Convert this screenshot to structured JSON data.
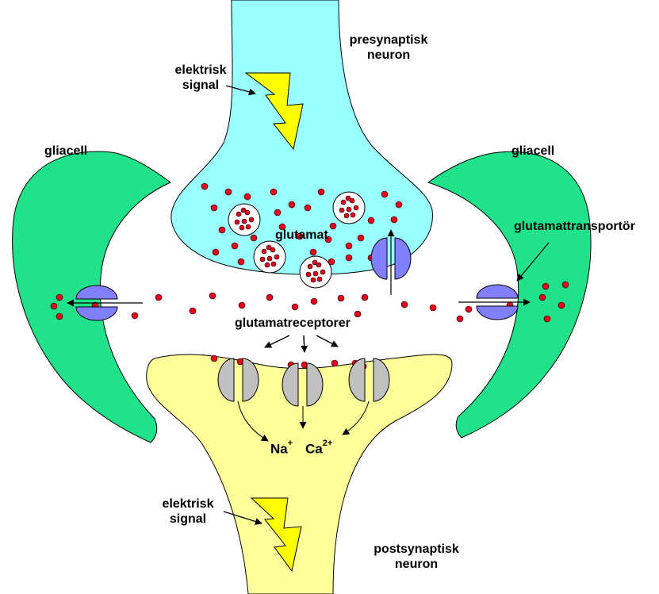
{
  "labels": {
    "presynaptic_l1": "presynaptisk",
    "presynaptic_l2": "neuron",
    "postsynaptic_l1": "postsynaptisk",
    "postsynaptic_l2": "neuron",
    "signal_top_l1": "elektrisk",
    "signal_top_l2": "signal",
    "signal_bottom_l1": "elektrisk",
    "signal_bottom_l2": "signal",
    "glia_left": "gliacell",
    "glia_right": "gliacell",
    "glutamate": "glutamat",
    "transporter": "glutamattransportör",
    "receptors": "glutamatreceptorer"
  },
  "ions": {
    "sodium": "Na",
    "sodium_charge": "+",
    "calcium": "Ca",
    "calcium_charge": "2+"
  },
  "colors": {
    "presynaptic": "#99ffff",
    "postsynaptic": "#ffff99",
    "glia": "#1fe28a",
    "glutamate_dot": "#e8001c",
    "transporter": "#8080ff",
    "receptor": "#c0c0c0",
    "lightning": "#ffff00",
    "vesicle": "#ffffff"
  }
}
